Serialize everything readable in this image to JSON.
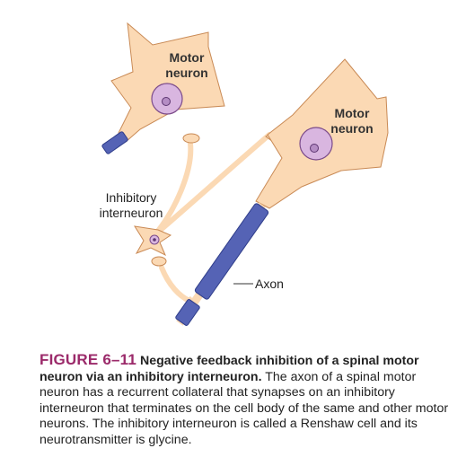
{
  "diagram": {
    "labels": {
      "motor_neuron_1": [
        "Motor",
        "neuron"
      ],
      "motor_neuron_2": [
        "Motor",
        "neuron"
      ],
      "interneuron": [
        "Inhibitory",
        "interneuron"
      ],
      "axon": "Axon"
    },
    "colors": {
      "cell_body": "#fbd9b4",
      "cell_outline": "#c98a55",
      "nucleus": "#d9b6e0",
      "nucleus_outline": "#7b4b8a",
      "myelin": "#5563b5",
      "myelin_dark": "#2f3d8a"
    }
  },
  "caption": {
    "figure_number": "FIGURE 6–11",
    "title": "Negative feedback inhibition of a spinal motor neuron via an inhibitory interneuron.",
    "body": "The axon of a spinal motor neuron has a recurrent collateral that synapses on an inhibitory interneuron that terminates on the cell body of the same and other motor neurons. The inhibitory interneuron is called a Renshaw cell and its neurotransmitter is glycine."
  }
}
